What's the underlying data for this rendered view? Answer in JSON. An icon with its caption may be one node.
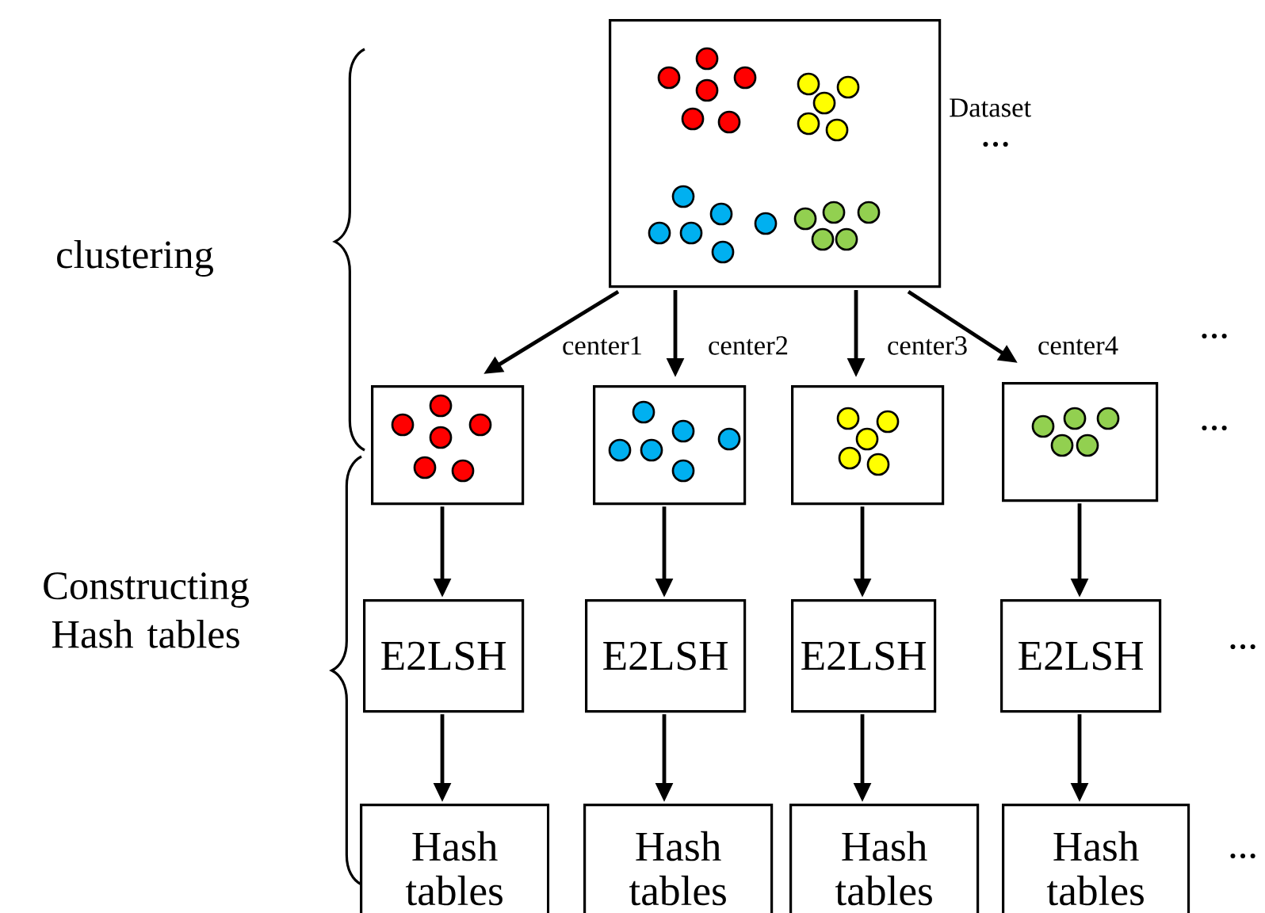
{
  "diagram": {
    "nodes": [
      {
        "text": [],
        "shape": "box",
        "beside": [
          "Dataset"
        ]
      },
      {
        "text": [],
        "shape": "box"
      },
      {
        "text": [],
        "shape": "box"
      },
      {
        "text": [],
        "shape": "box"
      },
      {
        "text": [],
        "shape": "box"
      },
      {
        "text": [
          "E2LSH"
        ]
      },
      {
        "text": [
          "E2LSH"
        ]
      },
      {
        "text": [
          "E2LSH"
        ]
      },
      {
        "text": [
          "E2LSH"
        ]
      },
      {
        "text": [
          "Hash tables"
        ]
      },
      {
        "text": [
          "Hash tables"
        ]
      },
      {
        "text": [
          "Hash tables"
        ]
      },
      {
        "text": [
          "Hash tables"
        ]
      }
    ],
    "edges": [
      {
        "from": 0,
        "to": 1,
        "arrow": "to",
        "label": "center1"
      },
      {
        "from": 0,
        "to": 2,
        "arrow": "to",
        "label": "center2"
      },
      {
        "from": 0,
        "to": 3,
        "arrow": "to",
        "label": "center3"
      },
      {
        "from": 0,
        "to": 4,
        "arrow": "to",
        "label": "center4"
      },
      {
        "from": 1,
        "to": 5,
        "arrow": "to"
      },
      {
        "from": 2,
        "to": 6,
        "arrow": "to"
      },
      {
        "from": 3,
        "to": 7,
        "arrow": "to"
      },
      {
        "from": 4,
        "to": 8,
        "arrow": "to"
      },
      {
        "from": 5,
        "to": 9,
        "arrow": "to"
      },
      {
        "from": 6,
        "to": 10,
        "arrow": "to"
      },
      {
        "from": 7,
        "to": 11,
        "arrow": "to"
      },
      {
        "from": 8,
        "to": 12,
        "arrow": "to"
      }
    ],
    "labels": [
      "clustering",
      "Constructing Hash tables",
      "…",
      "…",
      "…",
      "…",
      "…"
    ]
  }
}
